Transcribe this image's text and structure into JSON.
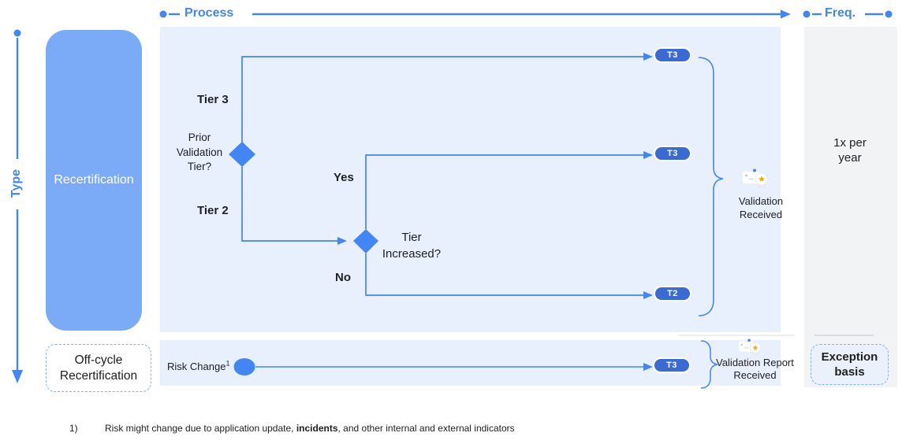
{
  "colors": {
    "accent": "#4285f4",
    "process_panel": "#e8f0fe",
    "freq_panel": "#f1f3f4",
    "recert_box": "#7baaf7",
    "badge": "#3a6bd4",
    "star": "#f9ab00"
  },
  "axes": {
    "process": "Process",
    "freq": "Freq.",
    "type": "Type"
  },
  "rows": {
    "recert": "Recertification",
    "offcycle_l1": "Off-cycle",
    "offcycle_l2": "Recertification"
  },
  "flow": {
    "tier3": "Tier 3",
    "tier2": "Tier 2",
    "prior_l1": "Prior",
    "prior_l2": "Validation",
    "prior_l3": "Tier?",
    "yes": "Yes",
    "no": "No",
    "inc_l1": "Tier",
    "inc_l2": "Increased?",
    "badge_top": "T3",
    "badge_mid": "T3",
    "badge_low": "T2",
    "valid_l1": "Validation",
    "valid_l2": "Received",
    "valid_icon": "certificate-star-icon"
  },
  "freq": {
    "year_l1": "1x per",
    "year_l2": "year",
    "exc_l1": "Exception",
    "exc_l2": "basis"
  },
  "offcycle": {
    "risk": "Risk Change",
    "sup": "1",
    "badge": "T3",
    "report_l1": "Validation Report",
    "report_l2": "Received",
    "icon": "certificate-star-icon"
  },
  "footnote": {
    "num": "1)",
    "pre": "Risk might change due to application update, ",
    "bold": "incidents",
    "post": ", and other internal and external indicators"
  }
}
